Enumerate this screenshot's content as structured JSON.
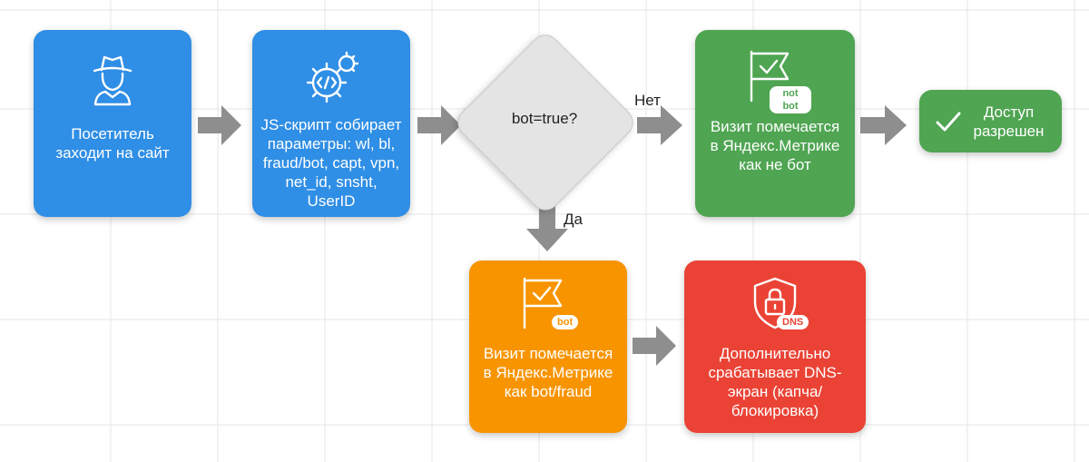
{
  "nodes": {
    "visitor": {
      "label": "Посетитель заходит на сайт",
      "icon": "spy-icon"
    },
    "script": {
      "label": "JS-скрипт собирает параметры: wl, bl, fraud/bot, capt, vpn, net_id, snsht, UserID",
      "icon": "gears-code-icon"
    },
    "decision": {
      "label": "bot=true?"
    },
    "notbot": {
      "label": "Визит помечается в Яндекс.Метрике как не бот",
      "icon": "flag-check-icon",
      "badge": "not bot"
    },
    "allowed": {
      "label": "Доступ разрешен",
      "icon": "checkmark-icon"
    },
    "bot": {
      "label": "Визит помечается в Яндекс.Метрике как bot/fraud",
      "icon": "flag-check-icon",
      "badge": "bot"
    },
    "dns": {
      "label": "Дополнительно срабатывает DNS-экран (капча/блокировка)",
      "icon": "shield-lock-icon",
      "badge": "DNS"
    }
  },
  "edges": {
    "no": "Нет",
    "yes": "Да"
  },
  "colors": {
    "blue": "#2f8ee5",
    "green": "#4fa552",
    "orange": "#f79400",
    "red": "#ea4335",
    "arrow": "#8e8e8e",
    "diamond": "#e4e4e4"
  }
}
